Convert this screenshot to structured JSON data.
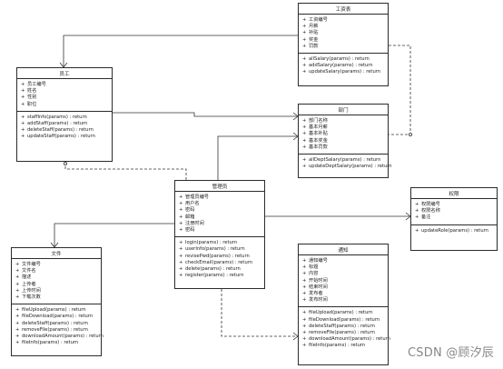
{
  "classes": [
    {
      "id": "salary",
      "name": "工资表",
      "attributes": [
        "工资编号",
        "月薪",
        "补贴",
        "奖金",
        "罚款"
      ],
      "operations": [
        "allSalary(params) : return",
        "addSalary(params) : return",
        "updateSalary(params) : return"
      ]
    },
    {
      "id": "employee",
      "name": "员工",
      "attributes": [
        "员工编号",
        "姓名",
        "性别",
        "职位"
      ],
      "operations": [
        "staffInfo(params) : return",
        "addStaff(params) : return",
        "deleteStaff(params) : return",
        "updateStaff(params) : return"
      ]
    },
    {
      "id": "department",
      "name": "部门",
      "attributes": [
        "部门名称",
        "基本月薪",
        "基本补贴",
        "基本奖金",
        "基本罚款"
      ],
      "operations": [
        "allDeptSalary(params) : return",
        "updateDeptSalary(params) : return"
      ]
    },
    {
      "id": "admin",
      "name": "管理员",
      "attributes": [
        "管理员编号",
        "用户名",
        "密码",
        "邮箱",
        "注册时间",
        "密码"
      ],
      "operations": [
        "login(params) : return",
        "userInfo(params) : return",
        "revisePwd(params) : return",
        "checkEmail(params) : return",
        "delete(params) : return",
        "register(params) : return"
      ]
    },
    {
      "id": "permission",
      "name": "权限",
      "attributes": [
        "权限编号",
        "权限名称",
        "备注"
      ],
      "operations": [
        "updateRole(params) : return"
      ]
    },
    {
      "id": "file",
      "name": "文件",
      "attributes": [
        "文件编号",
        "文件名",
        "描述",
        "上传者",
        "上传时间",
        "下载次数"
      ],
      "operations": [
        "fileUpload(params) : return",
        "fileDownload(params) : return",
        "deleteStaff(params) : return",
        "removeFile(params) : return",
        "downloadAmount(params) : return",
        "fileInfo(params) : return"
      ]
    },
    {
      "id": "notice",
      "name": "通知",
      "attributes": [
        "通知编号",
        "标题",
        "内容",
        "开始时间",
        "结束时间",
        "发布者",
        "发布时间"
      ],
      "operations": [
        "fileUpload(params) : return",
        "fileDownload(params) : return",
        "deleteStaff(params) : return",
        "removeFile(params) : return",
        "downloadAmount(params) : return",
        "fileInfo(params) : return"
      ]
    }
  ],
  "visibility_marker": "+",
  "watermark": "CSDN @顾汐辰",
  "line_color": "#333333"
}
